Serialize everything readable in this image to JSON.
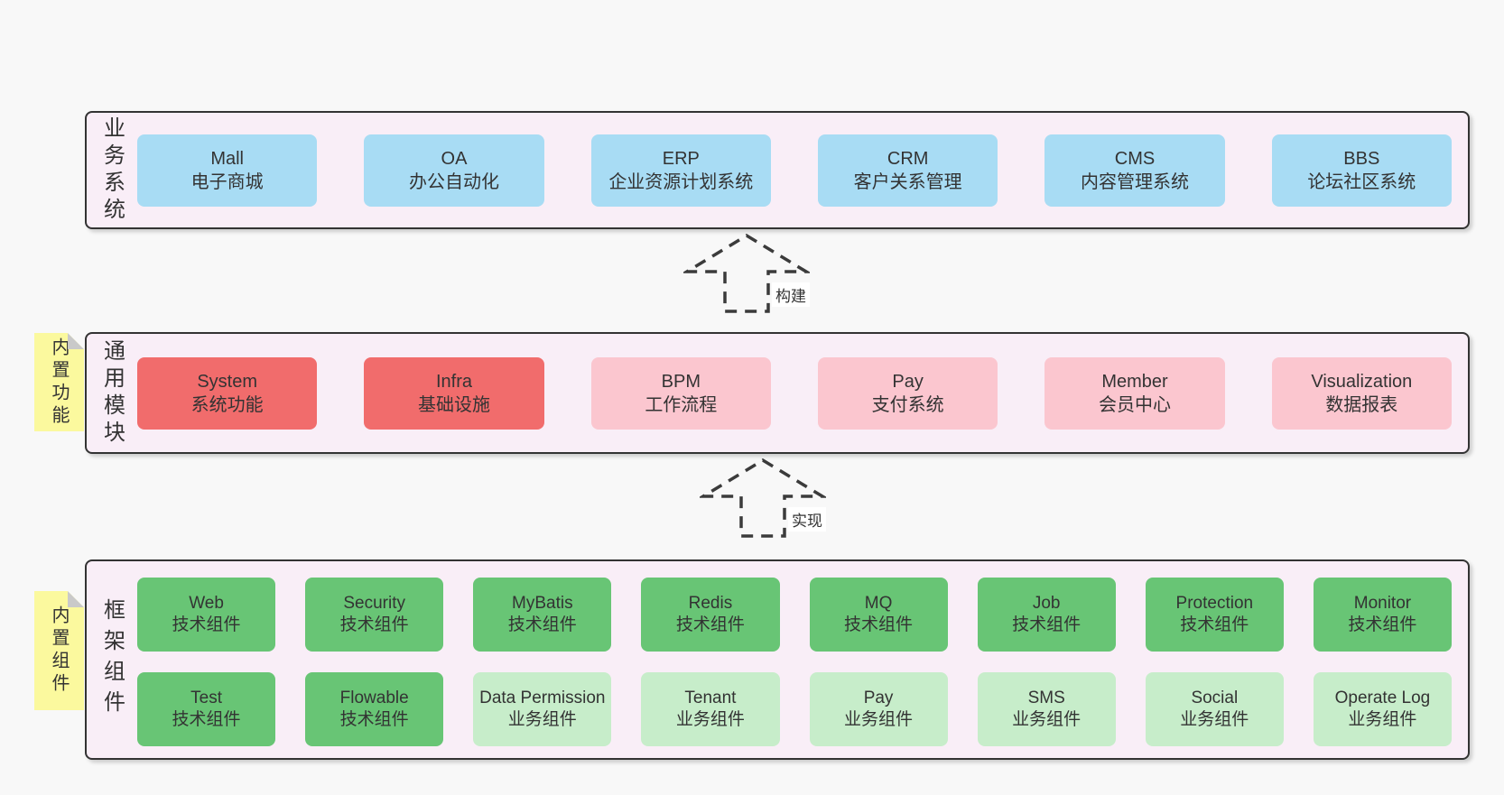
{
  "colors": {
    "page-bg": "#f8f8f8",
    "panel-bg": "#f9eef7",
    "panel-border": "#333333",
    "blue": "#a8dcf4",
    "red": "#f16c6c",
    "pink": "#fbc6cf",
    "green": "#68c575",
    "light-green": "#c7edca",
    "tag-yellow": "#fbf99e",
    "tag-fold": "#c9c9c9",
    "text": "#333333"
  },
  "arrows": [
    {
      "label": "构建"
    },
    {
      "label": "实现"
    }
  ],
  "sections": [
    {
      "side_label": "业务系统",
      "boxes": [
        {
          "name": "Mall",
          "label": "电子商城",
          "variant": "blue"
        },
        {
          "name": "OA",
          "label": "办公自动化",
          "variant": "blue"
        },
        {
          "name": "ERP",
          "label": "企业资源计划系统",
          "variant": "blue"
        },
        {
          "name": "CRM",
          "label": "客户关系管理",
          "variant": "blue"
        },
        {
          "name": "CMS",
          "label": "内容管理系统",
          "variant": "blue"
        },
        {
          "name": "BBS",
          "label": "论坛社区系统",
          "variant": "blue"
        }
      ]
    },
    {
      "side_label": "通用模块",
      "tag": "内置功能",
      "boxes": [
        {
          "name": "System",
          "label": "系统功能",
          "variant": "red"
        },
        {
          "name": "Infra",
          "label": "基础设施",
          "variant": "red"
        },
        {
          "name": "BPM",
          "label": "工作流程",
          "variant": "pink"
        },
        {
          "name": "Pay",
          "label": "支付系统",
          "variant": "pink"
        },
        {
          "name": "Member",
          "label": "会员中心",
          "variant": "pink"
        },
        {
          "name": "Visualization",
          "label": "数据报表",
          "variant": "pink"
        }
      ]
    },
    {
      "side_label": "框架组件",
      "tag": "内置组件",
      "boxes": [
        {
          "name": "Web",
          "label": "技术组件",
          "variant": "green"
        },
        {
          "name": "Security",
          "label": "技术组件",
          "variant": "green"
        },
        {
          "name": "MyBatis",
          "label": "技术组件",
          "variant": "green"
        },
        {
          "name": "Redis",
          "label": "技术组件",
          "variant": "green"
        },
        {
          "name": "MQ",
          "label": "技术组件",
          "variant": "green"
        },
        {
          "name": "Job",
          "label": "技术组件",
          "variant": "green"
        },
        {
          "name": "Protection",
          "label": "技术组件",
          "variant": "green"
        },
        {
          "name": "Monitor",
          "label": "技术组件",
          "variant": "green"
        },
        {
          "name": "Test",
          "label": "技术组件",
          "variant": "green"
        },
        {
          "name": "Flowable",
          "label": "技术组件",
          "variant": "green"
        },
        {
          "name": "Data Permission",
          "label": "业务组件",
          "variant": "lightgreen"
        },
        {
          "name": "Tenant",
          "label": "业务组件",
          "variant": "lightgreen"
        },
        {
          "name": "Pay",
          "label": "业务组件",
          "variant": "lightgreen"
        },
        {
          "name": "SMS",
          "label": "业务组件",
          "variant": "lightgreen"
        },
        {
          "name": "Social",
          "label": "业务组件",
          "variant": "lightgreen"
        },
        {
          "name": "Operate Log",
          "label": "业务组件",
          "variant": "lightgreen"
        }
      ]
    }
  ]
}
